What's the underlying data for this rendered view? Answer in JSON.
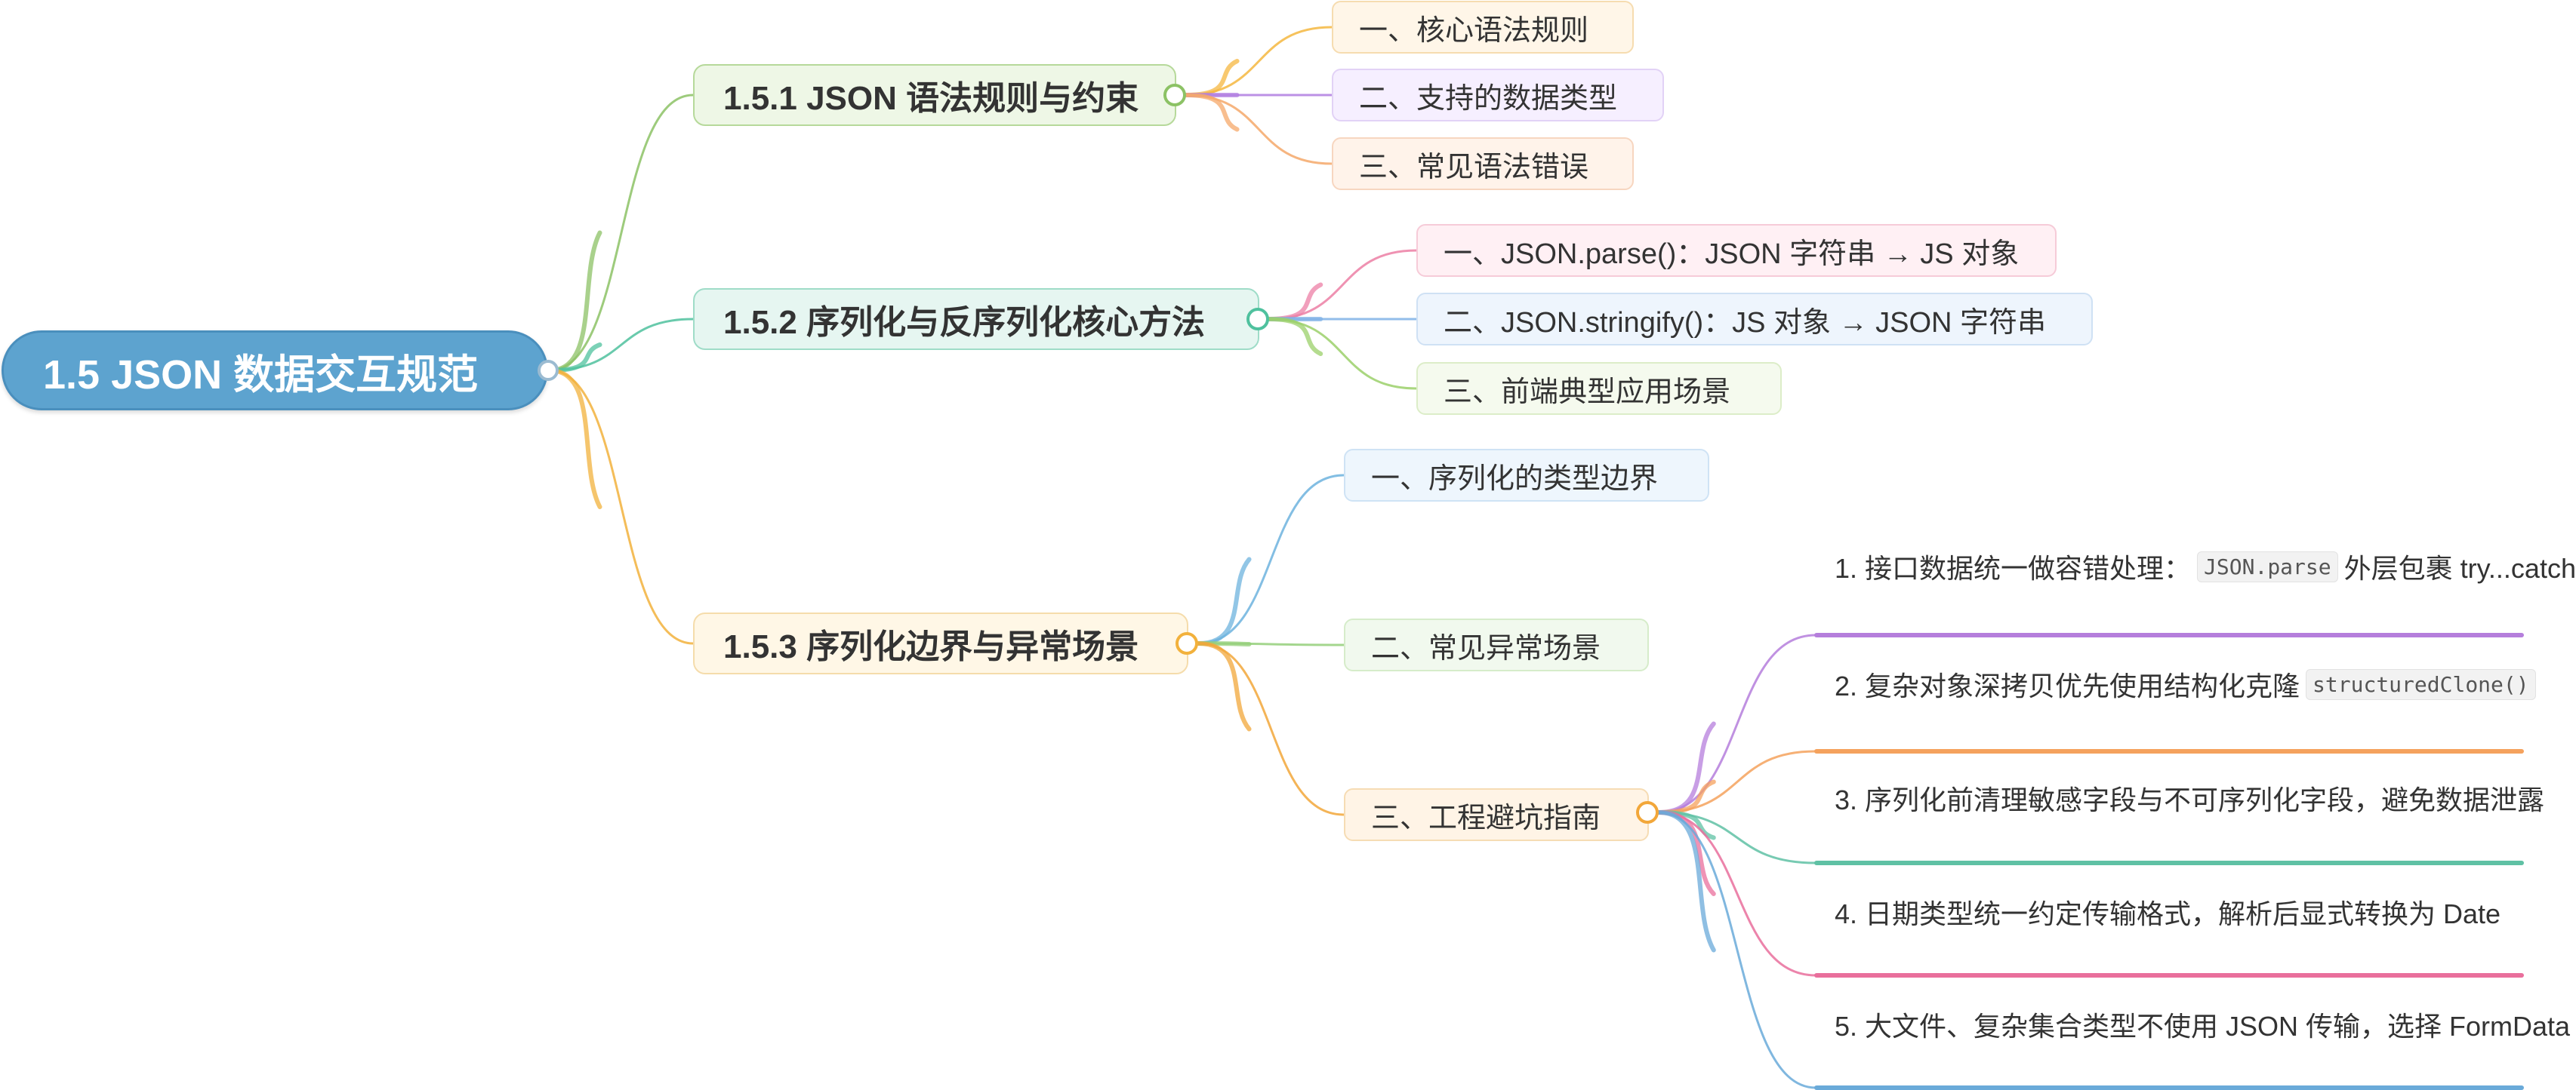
{
  "root": {
    "label": "1.5 JSON 数据交互规范",
    "color": "#5da3cf"
  },
  "branches": [
    {
      "label": "1.5.1 JSON 语法规则与约束",
      "fill": "#eef7e6",
      "border": "#b6d99a",
      "knob": "#8cc265",
      "children": [
        {
          "label": "一、核心语法规则",
          "fill": "#fff6e8",
          "border": "#f6dcb0",
          "link": "#f5b740"
        },
        {
          "label": "二、支持的数据类型",
          "fill": "#f6efff",
          "border": "#e2d2f6",
          "link": "#b07ee0"
        },
        {
          "label": "三、常见语法错误",
          "fill": "#fff3ea",
          "border": "#f7d6c0",
          "link": "#f5a86a"
        }
      ]
    },
    {
      "label": "1.5.2 序列化与反序列化核心方法",
      "fill": "#e6f6f1",
      "border": "#9fdcc8",
      "knob": "#4fc19e",
      "children": [
        {
          "label": "一、JSON.parse()：JSON 字符串 → JS 对象",
          "fill": "#fff0f4",
          "border": "#f6cbd8",
          "link": "#ec7fa5"
        },
        {
          "label": "二、JSON.stringify()：JS 对象 → JSON 字符串",
          "fill": "#eef5fd",
          "border": "#cfe1f4",
          "link": "#7fb1e6"
        },
        {
          "label": "三、前端典型应用场景",
          "fill": "#f5faee",
          "border": "#dcedc8",
          "link": "#9bd06a"
        }
      ]
    },
    {
      "label": "1.5.3 序列化边界与异常场景",
      "fill": "#fff7e6",
      "border": "#f5dcab",
      "knob": "#f2b13c",
      "children": [
        {
          "label": "一、序列化的类型边界",
          "fill": "#eef6fd",
          "border": "#cfe3f5",
          "link": "#6db3de"
        },
        {
          "label": "二、常见异常场景",
          "fill": "#f1f9ee",
          "border": "#d6ecca",
          "link": "#94cf7a"
        },
        {
          "label": "三、工程避坑指南",
          "fill": "#fff4e6",
          "border": "#f6dcb4",
          "link": "#f2a73a"
        }
      ]
    }
  ],
  "guide_items": [
    {
      "prefix": "1. 接口数据统一做容错处理：",
      "code": "JSON.parse",
      "suffix": "外层包裹 try...catch",
      "color": "#b57edc"
    },
    {
      "prefix": "2. 复杂对象深拷贝优先使用结构化克隆",
      "code": "structuredClone()",
      "suffix": "",
      "color": "#f5a25d"
    },
    {
      "prefix": "3. 序列化前清理敏感字段与不可序列化字段，避免数据泄露",
      "code": "",
      "suffix": "",
      "color": "#5fc1a4"
    },
    {
      "prefix": "4. 日期类型统一约定传输格式，解析后显式转换为 Date",
      "code": "",
      "suffix": "",
      "color": "#e96f9c"
    },
    {
      "prefix": "5. 大文件、复杂集合类型不使用 JSON 传输，选择 FormData",
      "code": "",
      "suffix": "",
      "color": "#6aaad9"
    }
  ]
}
